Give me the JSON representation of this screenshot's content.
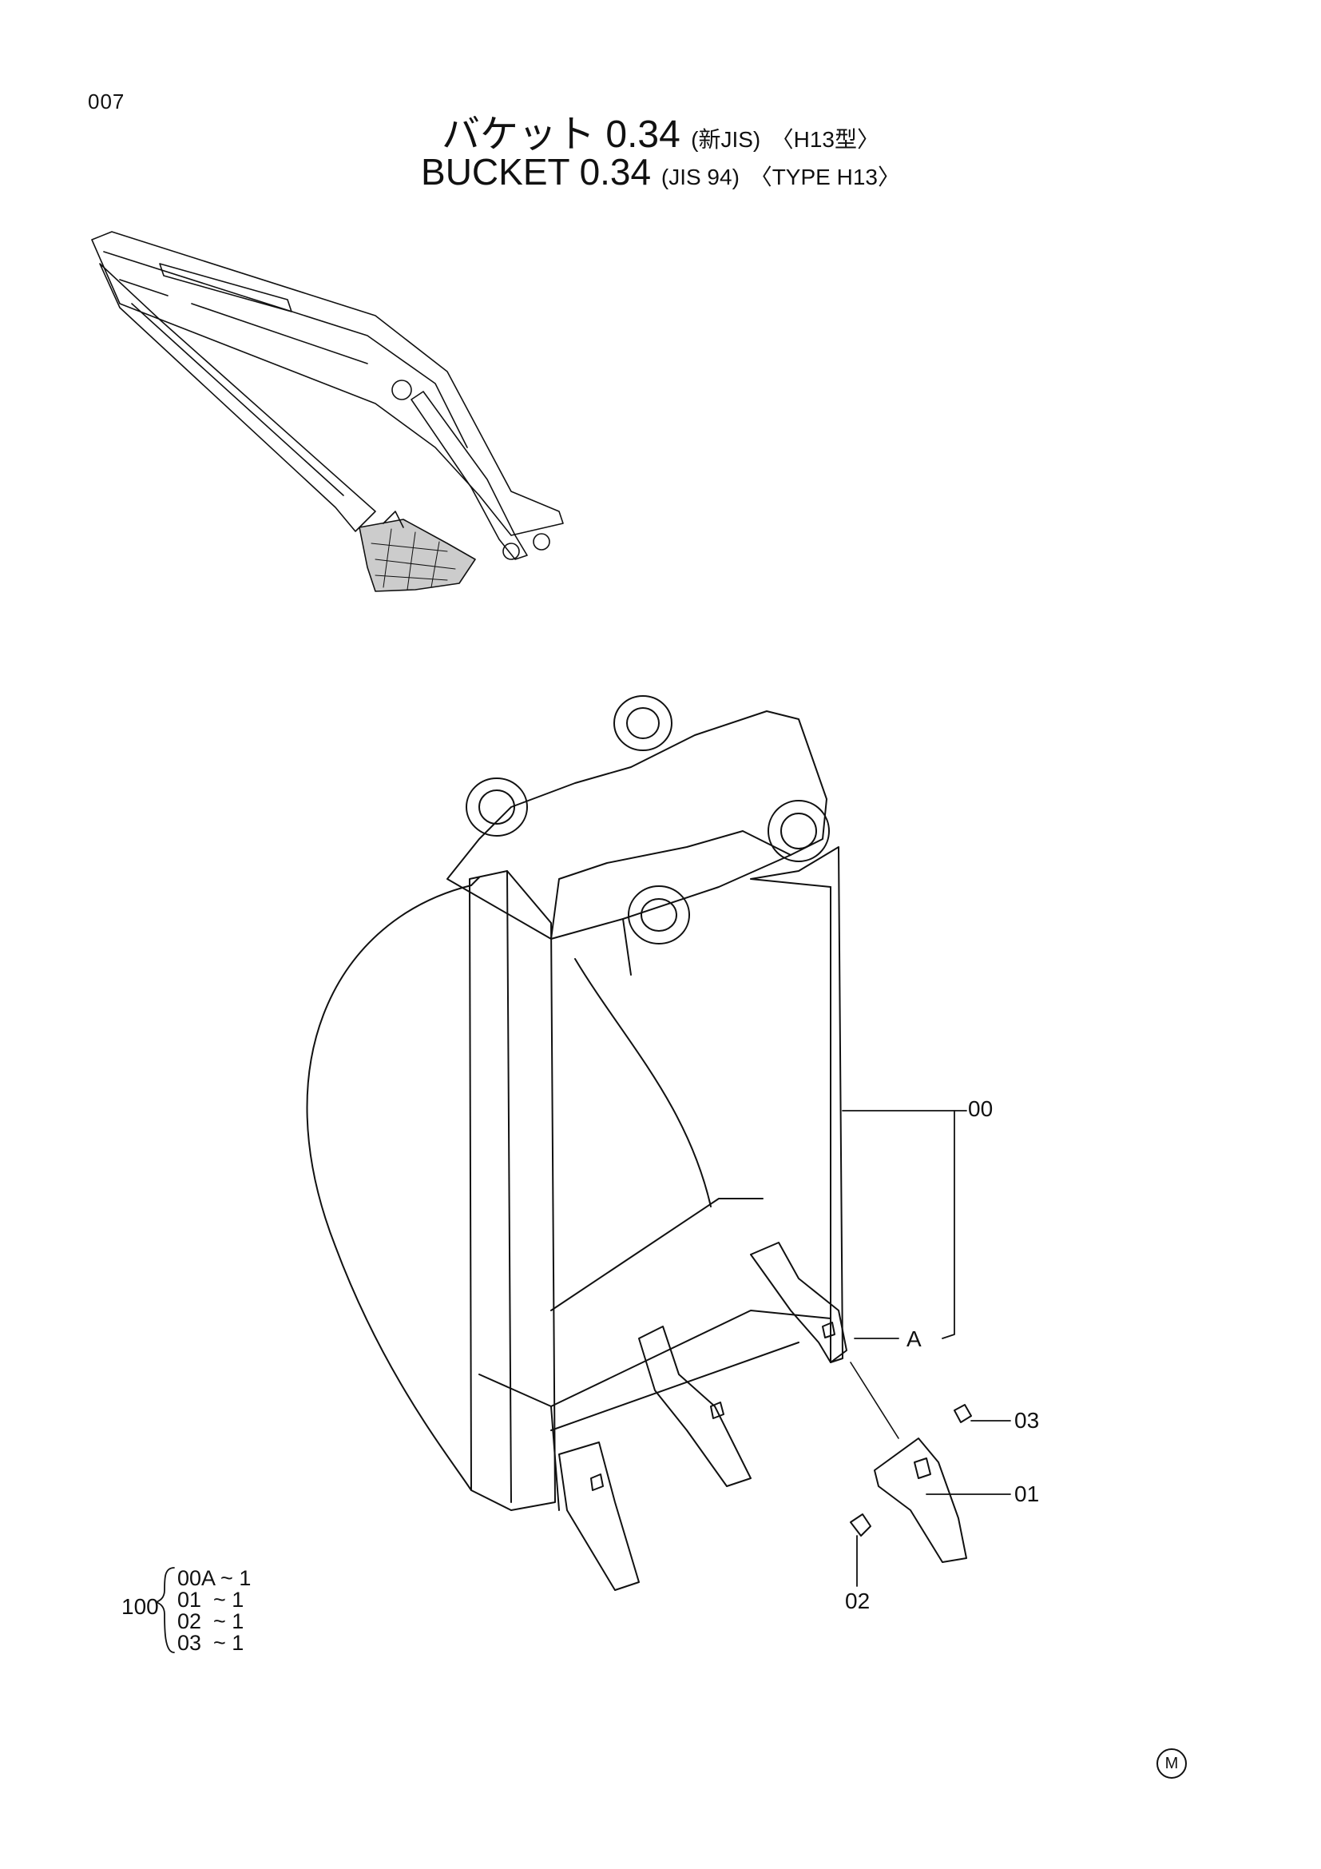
{
  "page_number": "007",
  "title_jp": {
    "main": "バケット 0.34",
    "spec": "(新JIS)",
    "type": "〈H13型〉"
  },
  "title_en": {
    "main": "BUCKET 0.34",
    "spec": "(JIS 94)",
    "type": "〈TYPE H13〉"
  },
  "callouts": {
    "c00": "00",
    "cA": "A",
    "c03": "03",
    "c01": "01",
    "c02": "02"
  },
  "kit": {
    "label": "100",
    "rows": [
      "00A ~ 1",
      "01  ~ 1",
      "02  ~ 1",
      "03  ~ 1"
    ]
  },
  "mark": "M"
}
